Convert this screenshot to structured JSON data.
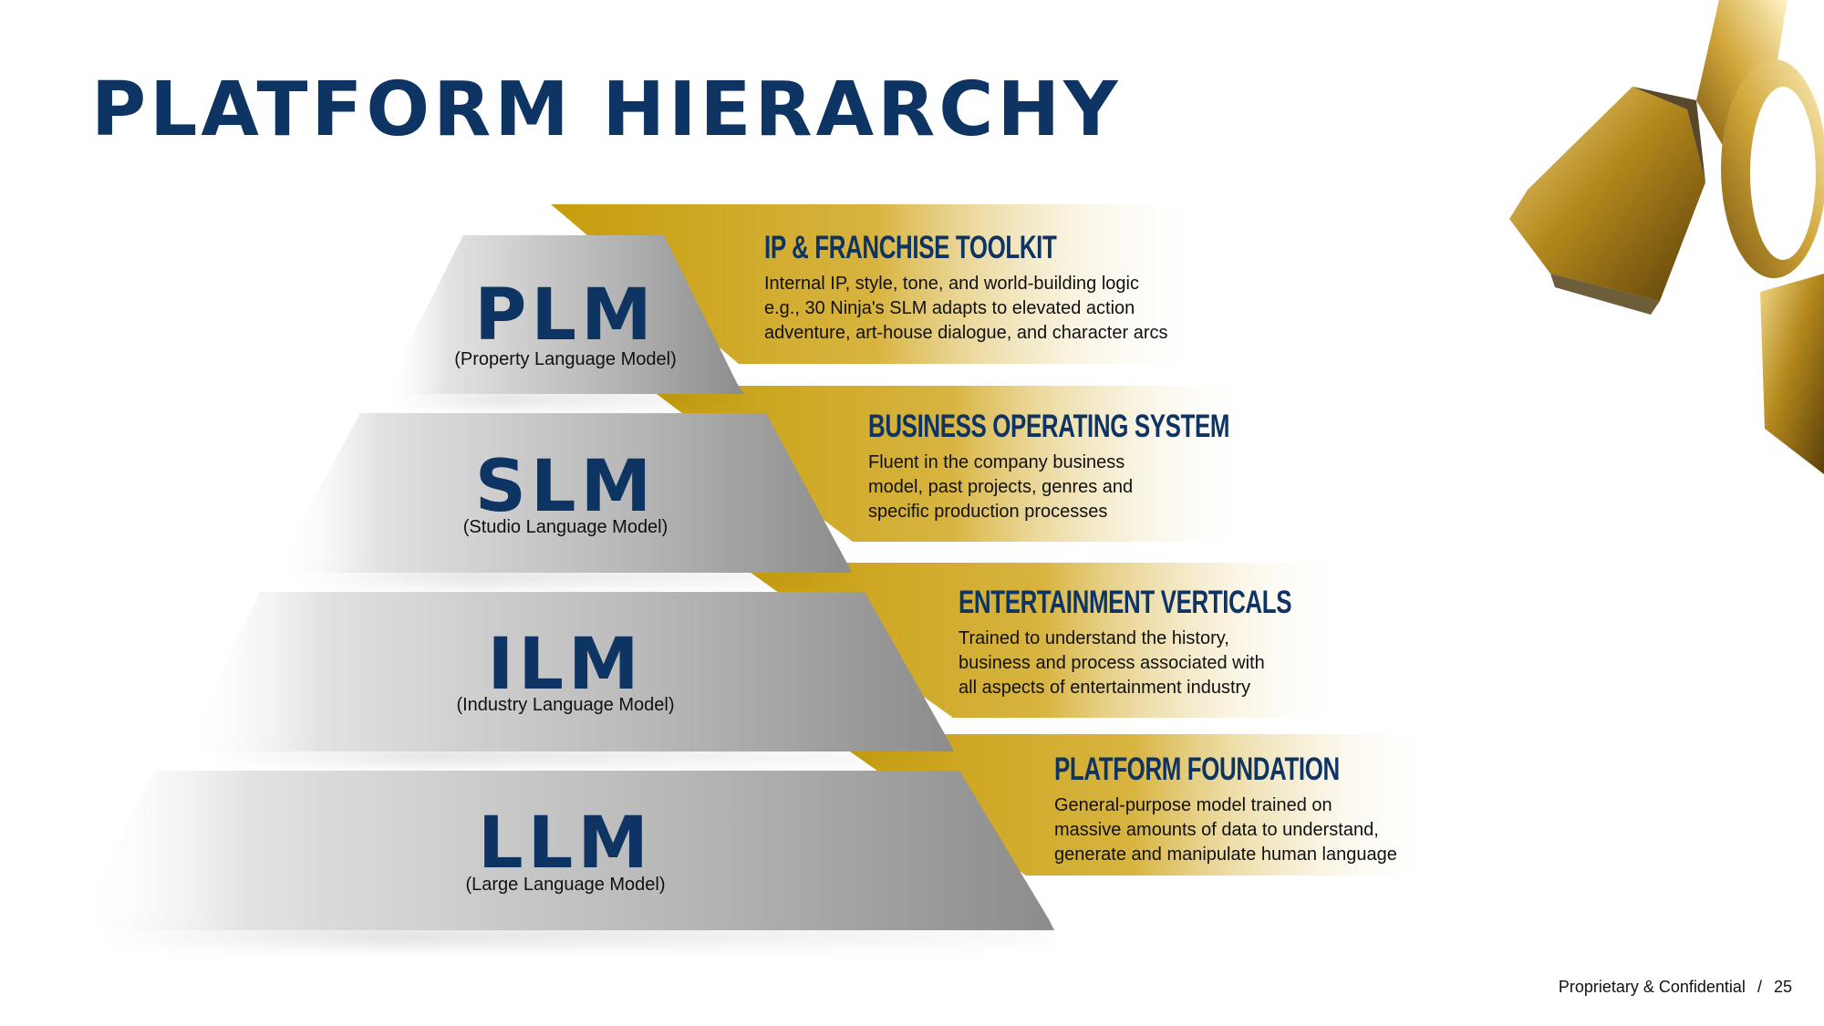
{
  "slide": {
    "title": "PLATFORM HIERARCHY",
    "footer": {
      "label": "Proprietary & Confidential",
      "separator": "/",
      "page_number": "25"
    }
  },
  "colors": {
    "title_navy": "#0e3463",
    "gold": "#c9a012",
    "silver_light": "#e8e8e8",
    "silver_dark": "#8d8d8d"
  },
  "tiers": [
    {
      "abbr": "PLM",
      "name": "(Property Language Model)",
      "heading": "IP & FRANCHISE TOOLKIT",
      "lines": [
        "Internal IP, style, tone, and world-building logic",
        "e.g., 30 Ninja's SLM adapts to elevated action",
        "adventure, art-house dialogue, and character arcs"
      ]
    },
    {
      "abbr": "SLM",
      "name": "(Studio Language Model)",
      "heading": "BUSINESS OPERATING SYSTEM",
      "lines": [
        "Fluent in the company business",
        "model, past projects, genres and",
        "specific production processes"
      ]
    },
    {
      "abbr": "ILM",
      "name": "(Industry Language Model)",
      "heading": "ENTERTAINMENT VERTICALS",
      "lines": [
        "Trained to understand the history,",
        "business and process associated with",
        "all aspects of entertainment industry"
      ]
    },
    {
      "abbr": "LLM",
      "name": "(Large Language Model)",
      "heading": "PLATFORM FOUNDATION",
      "lines": [
        "General-purpose model trained on",
        "massive amounts of data to understand,",
        "generate and manipulate human language"
      ]
    }
  ]
}
